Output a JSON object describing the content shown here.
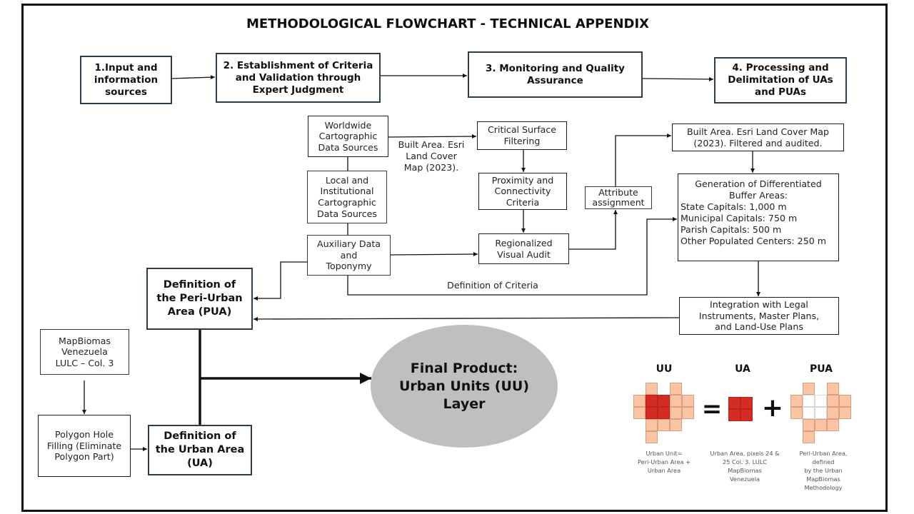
{
  "title": "METHODOLOGICAL FLOWCHART - TECHNICAL APPENDIX",
  "steps": [
    {
      "label": "1.Input and\ninformation\nsources"
    },
    {
      "label": "2. Establishment of Criteria\nand Validation through\nExpert Judgment"
    },
    {
      "label": "3. Monitoring and Quality\nAssurance"
    },
    {
      "label": "4. Processing and\nDelimitation of UAs\nand PUAs"
    }
  ],
  "nodes": {
    "worldwide": "Worldwide\nCartographic\nData Sources",
    "local": "Local and\nInstitutional\nCartographic\nData Sources",
    "auxiliary": "Auxiliary Data\nand\nToponymy",
    "critical_surface": "Critical Surface\nFiltering",
    "proximity": "Proximity and\nConnectivity\nCriteria",
    "regionalized": "Regionalized\nVisual Audit",
    "attribute": "Attribute\nassignment",
    "built_area_filtered": "Built Area. Esri Land Cover Map\n(2023). Filtered and audited.",
    "buffer": {
      "heading": "Generation of Differentiated\nBuffer Areas:",
      "items": [
        "State Capitals: 1,000 m",
        "Municipal Capitals: 750 m",
        "Parish Capitals: 500 m",
        "Other Populated Centers: 250 m"
      ]
    },
    "integration": "Integration with Legal\nInstruments, Master Plans,\nand Land-Use Plans",
    "pua": "Definition of\nthe Peri-Urban\nArea (PUA)",
    "mapbiomas": "MapBiomas\nVenezuela\nLULC – Col. 3",
    "polygon_fill": "Polygon Hole\nFilling (Eliminate\nPolygon Part)",
    "ua": "Definition of\nthe Urban Area\n(UA)",
    "final_product": "Final Product:\nUrban Units (UU)\nLayer"
  },
  "edge_labels": {
    "built_area": "Built Area. Esri\nLand Cover\nMap (2023).",
    "criteria": "Definition of Criteria"
  },
  "legend": {
    "uu": {
      "label": "UU",
      "caption": "Urban Unit=\nPeri-Urban Area +\nUrban Area",
      "pattern": [
        ".p.p.",
        "puupp",
        "puupp",
        ".ppp.",
        ".p..."
      ]
    },
    "equals": "=",
    "ua": {
      "label": "UA",
      "caption": "Urban Area, pixels 24 &\n25 Col. 3. LULC\nMapBiomas\nVenezuela",
      "pattern": [
        "uu",
        "uu"
      ]
    },
    "plus": "+",
    "pua": {
      "label": "PUA",
      "caption": "Peri-Urban Area,\ndefined\nby the Urban\nMapBiomas\nMethodology",
      "pattern": [
        ".p.p.",
        "pwwpp",
        "pwwpp",
        ".ppp.",
        ".p..."
      ]
    },
    "cell_codes": {
      "u": "urban area pixel",
      "p": "peri-urban pixel",
      "w": "removed (urban) pixel"
    }
  },
  "colors": {
    "urban": "#d42b22",
    "peri_urban": "#fbc5a4",
    "final_product_fill": "#bfbfbf",
    "box_border": "#2c3d47"
  }
}
